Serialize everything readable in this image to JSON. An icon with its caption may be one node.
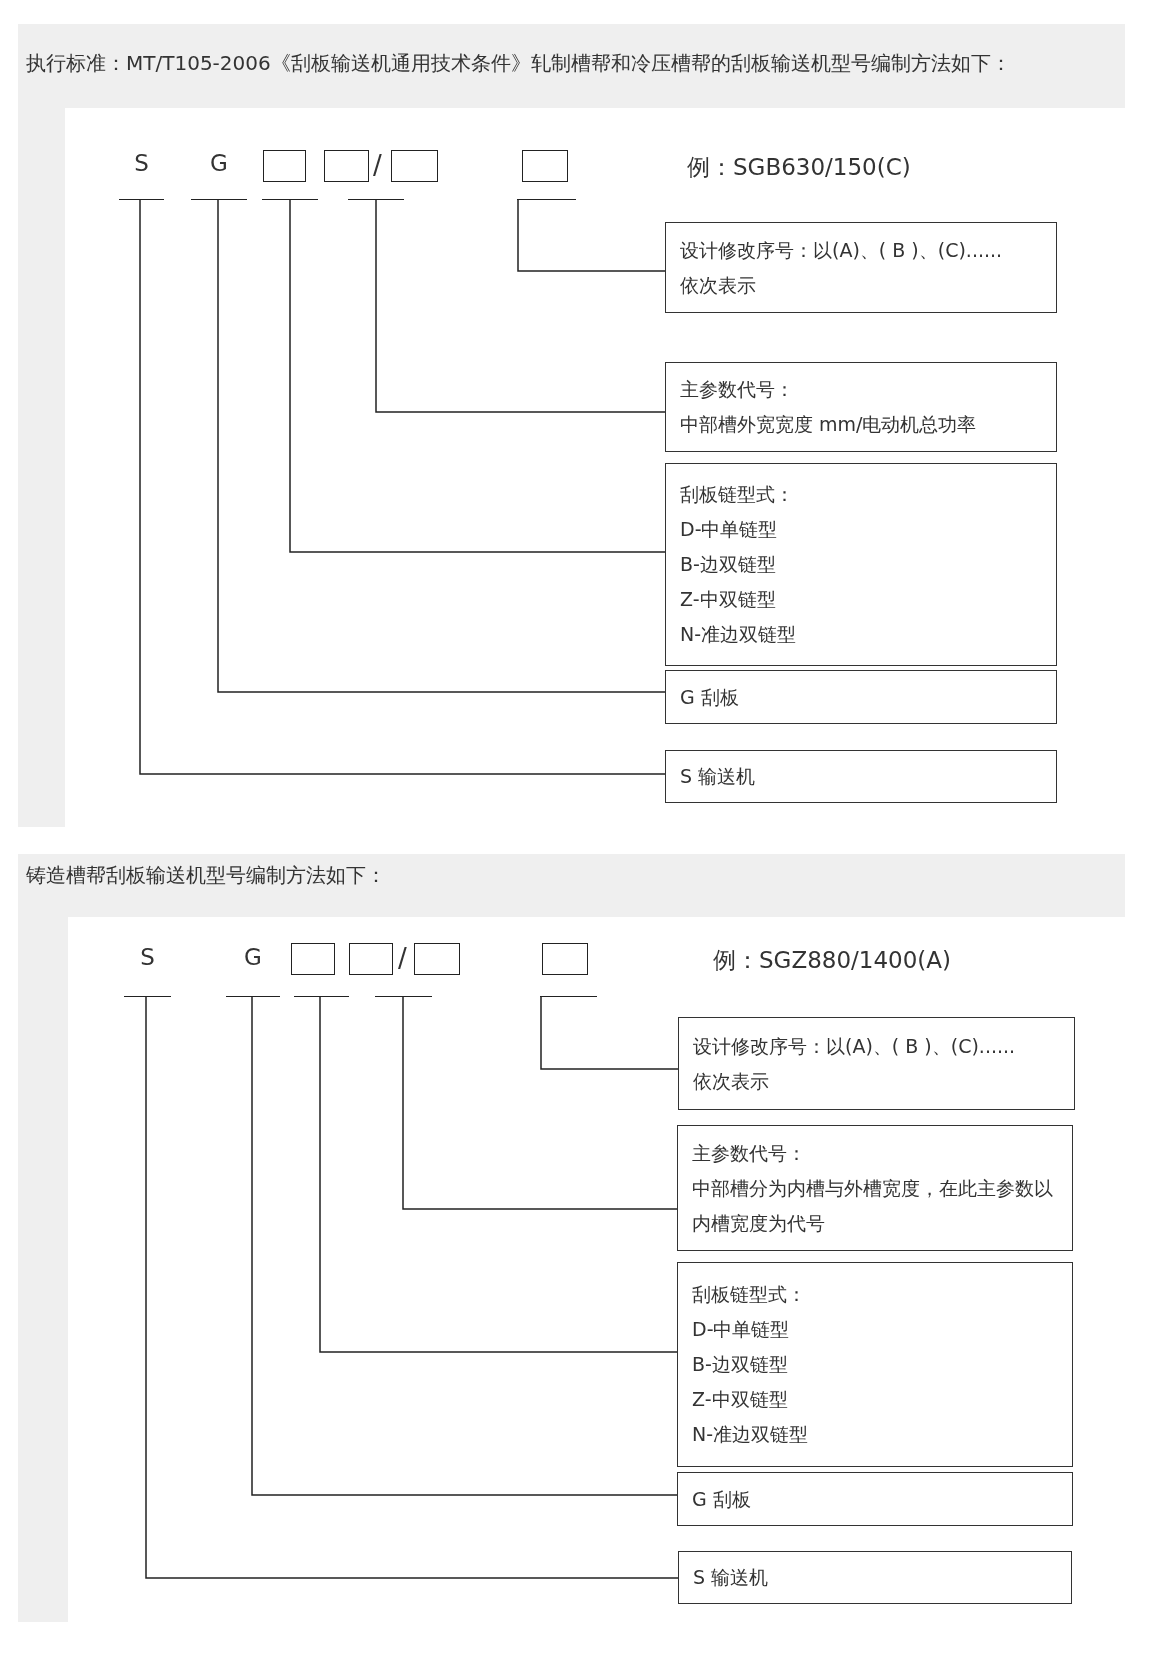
{
  "diagram": {
    "nodes": [
      {
        "text": [
          "执行标准：MT/T105-2006《刮板输送机通用技术条件》轧制槽帮和冷压槽帮的刮板输送机型号编制方法如下："
        ]
      },
      {
        "text": [
          "S"
        ],
        "in": 0
      },
      {
        "text": [
          "G"
        ],
        "in": 0
      },
      {
        "text": [],
        "shape": "box",
        "in": 0
      },
      {
        "text": [],
        "shape": "box",
        "in": 0
      },
      {
        "text": [],
        "shape": "box",
        "in": 0
      },
      {
        "text": [],
        "shape": "box",
        "in": 0
      },
      {
        "text": [
          "设计修改序号：以(A)、( B )、(C)......依次表示"
        ],
        "in": 0
      },
      {
        "text": [
          "主参数代号：",
          "中部槽外宽宽度 mm/电动机总功率"
        ],
        "in": 0
      },
      {
        "text": [
          "刮板链型式：",
          "D-中单链型",
          "B-边双链型",
          "Z-中双链型",
          "N-准边双链型"
        ],
        "in": 0
      },
      {
        "text": [
          "G 刮板"
        ],
        "in": 0
      },
      {
        "text": [
          "S 输送机"
        ],
        "in": 0
      },
      {
        "text": [
          "铸造槽帮刮板输送机型号编制方法如下："
        ]
      },
      {
        "text": [
          "S"
        ],
        "in": 12
      },
      {
        "text": [
          "G"
        ],
        "in": 12
      },
      {
        "text": [],
        "shape": "box",
        "in": 12
      },
      {
        "text": [],
        "shape": "box",
        "in": 12
      },
      {
        "text": [],
        "shape": "box",
        "in": 12
      },
      {
        "text": [],
        "shape": "box",
        "in": 12
      },
      {
        "text": [
          "设计修改序号：以(A)、( B )、(C)......依次表示"
        ],
        "in": 12
      },
      {
        "text": [
          "主参数代号：",
          "中部槽分为内槽与外槽宽度，在此主参数以内槽宽度为代号"
        ],
        "in": 12
      },
      {
        "text": [
          "刮板链型式：",
          "D-中单链型",
          "B-边双链型",
          "Z-中双链型",
          "N-准边双链型"
        ],
        "in": 12
      },
      {
        "text": [
          "G 刮板"
        ],
        "in": 12
      },
      {
        "text": [
          "S 输送机"
        ],
        "in": 12
      }
    ],
    "edges": [
      {
        "from": 6,
        "to": 7,
        "arrow": "none"
      },
      {
        "from": 4,
        "to": 8,
        "arrow": "none"
      },
      {
        "from": 3,
        "to": 9,
        "arrow": "none"
      },
      {
        "from": 2,
        "to": 10,
        "arrow": "none"
      },
      {
        "from": 1,
        "to": 11,
        "arrow": "none"
      },
      {
        "from": 18,
        "to": 19,
        "arrow": "none"
      },
      {
        "from": 16,
        "to": 20,
        "arrow": "none"
      },
      {
        "from": 15,
        "to": 21,
        "arrow": "none"
      },
      {
        "from": 14,
        "to": 22,
        "arrow": "none"
      },
      {
        "from": 13,
        "to": 23,
        "arrow": "none"
      }
    ],
    "labels": [
      "/",
      "例：SGB630/150(C)",
      "/",
      "例：SGZ880/1400(A)"
    ]
  }
}
